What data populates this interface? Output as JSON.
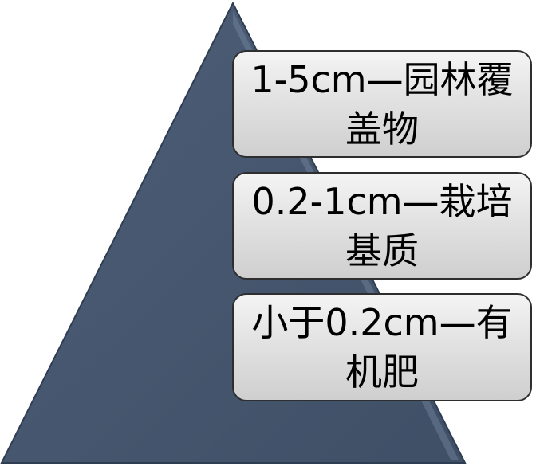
{
  "diagram": {
    "shape_fill": "#44546a",
    "shape_edge": "#8496b0",
    "levels": [
      {
        "label": "1-5cm—园林覆盖物"
      },
      {
        "label": "0.2-1cm—栽培基质"
      },
      {
        "label": "小于0.2cm—有机肥"
      }
    ]
  }
}
